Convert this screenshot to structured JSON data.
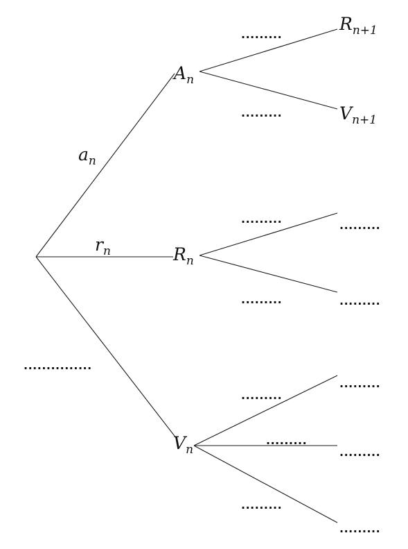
{
  "tree": {
    "edge_labels": {
      "a": {
        "base": "a",
        "sub": "n"
      },
      "r": {
        "base": "r",
        "sub": "n"
      }
    },
    "nodes": {
      "A": {
        "base": "A",
        "sub": "n"
      },
      "R": {
        "base": "R",
        "sub": "n"
      },
      "V": {
        "base": "V",
        "sub": "n"
      },
      "R_next": {
        "base": "R",
        "sub": "n+1"
      },
      "V_next": {
        "base": "V",
        "sub": "n+1"
      }
    },
    "placeholders": {
      "short": ".........",
      "long": "..............."
    }
  }
}
